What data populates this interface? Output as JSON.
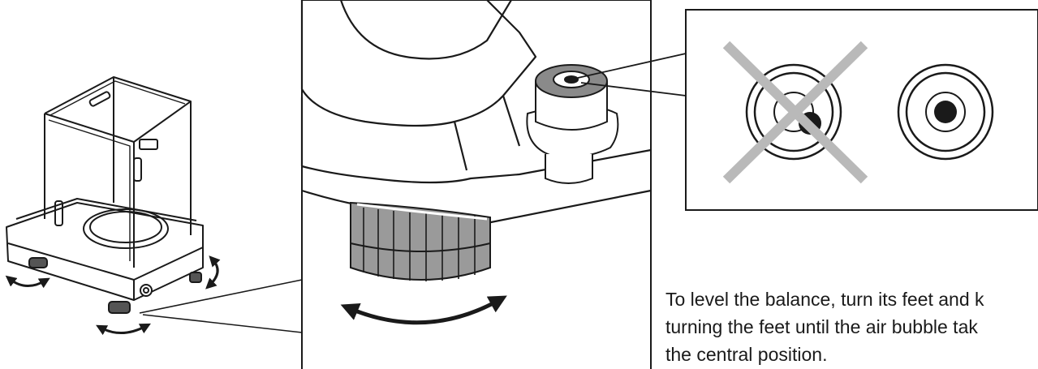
{
  "instruction": {
    "lines": [
      "To level the balance, turn its feet and k",
      "turning the feet until the air bubble tak",
      "the central position."
    ]
  },
  "colors": {
    "line": "#1a1a1a",
    "cross": "#b9b9b9",
    "foot_shade": "#9a9a9a",
    "background": "#ffffff"
  },
  "icons": {
    "incorrect_marker": "cross-mark-icon",
    "rotate_direction": "curved-double-arrow-icon"
  }
}
